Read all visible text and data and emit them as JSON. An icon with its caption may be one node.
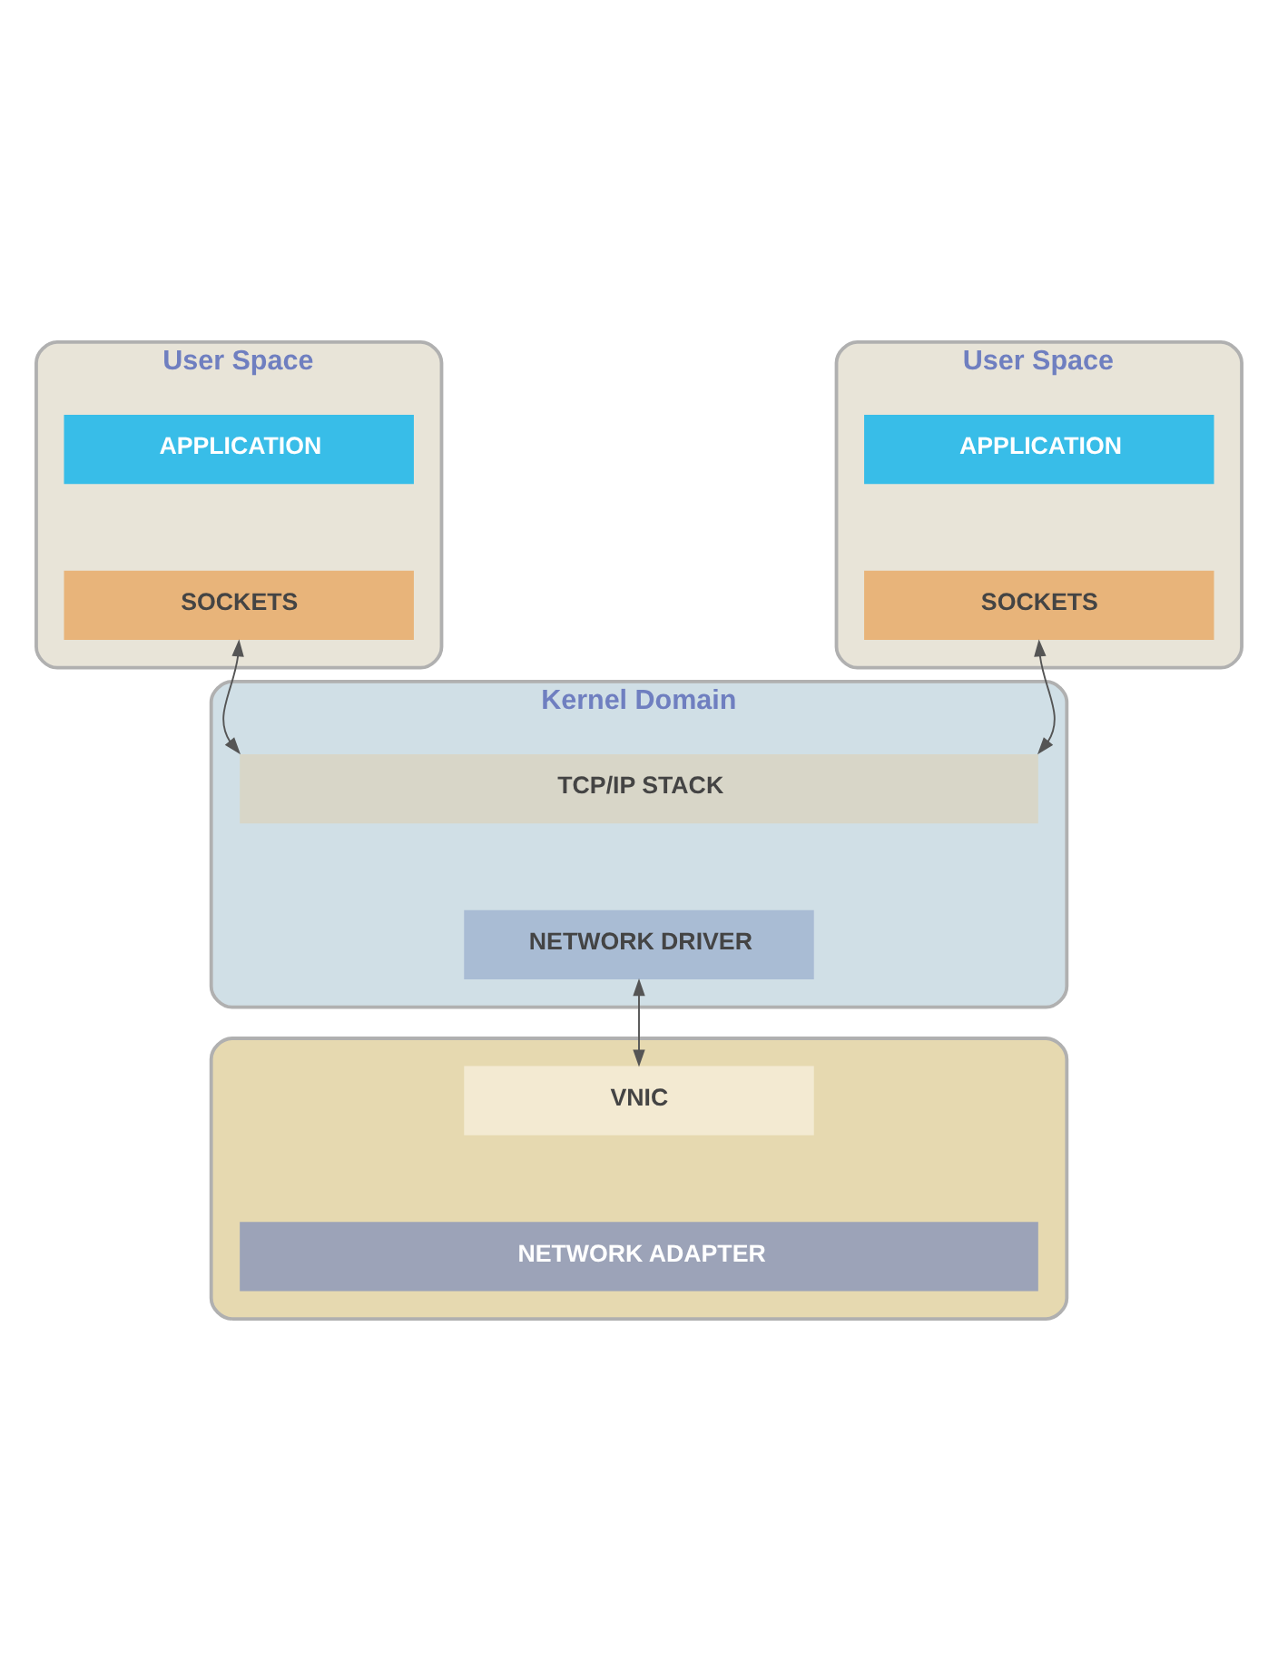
{
  "diagram": {
    "nodes": [
      {
        "text": [
          "User Space"
        ]
      },
      {
        "text": [
          "APPLICATION"
        ],
        "in": 0
      },
      {
        "text": [
          "SOCKETS"
        ],
        "in": 0
      },
      {
        "text": [
          "User Space"
        ]
      },
      {
        "text": [
          "APPLICATION"
        ],
        "in": 3
      },
      {
        "text": [
          "SOCKETS"
        ],
        "in": 3
      },
      {
        "text": [
          "Kernel Domain"
        ]
      },
      {
        "text": [
          "TCP/IP STACK"
        ],
        "in": 6
      },
      {
        "text": [
          "NETWORK DRIVER"
        ],
        "in": 6
      },
      {
        "text": [],
        "shape": "box"
      },
      {
        "text": [
          "VNIC"
        ],
        "in": 9
      },
      {
        "text": [
          "NETWORK ADAPTER"
        ],
        "in": 9
      }
    ],
    "edges": [
      {
        "from": 2,
        "to": 7,
        "arrow": "both"
      },
      {
        "from": 5,
        "to": 7,
        "arrow": "both"
      },
      {
        "from": 8,
        "to": 10,
        "arrow": "both"
      }
    ]
  }
}
